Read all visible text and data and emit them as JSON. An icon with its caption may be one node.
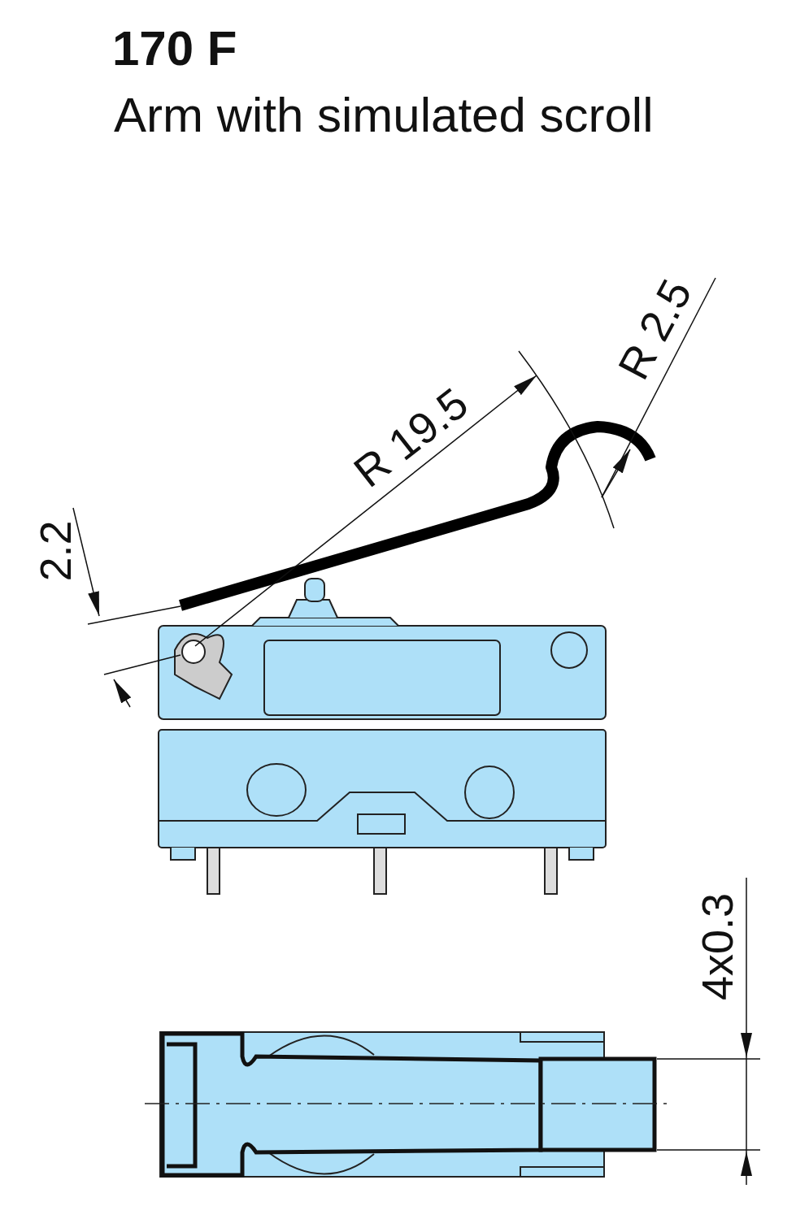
{
  "diagram": {
    "title": "170 F",
    "labels": [
      "Arm with simulated scroll",
      "R 2.5",
      "R 19.5",
      "2.2",
      "4x0.3"
    ]
  }
}
